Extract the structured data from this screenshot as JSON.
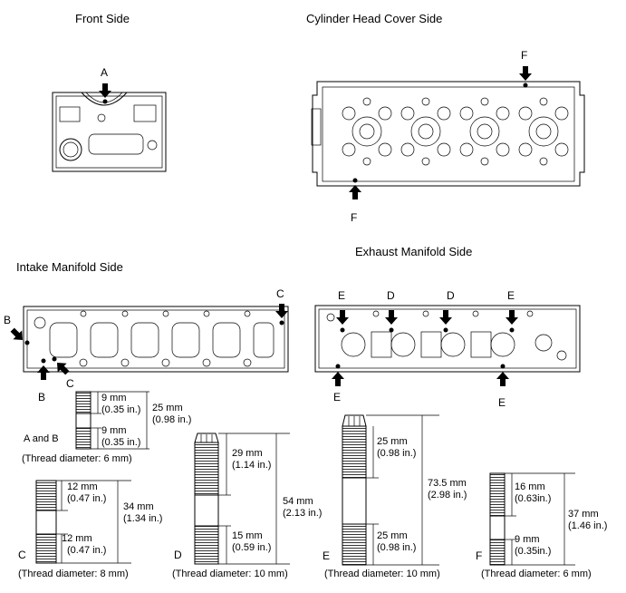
{
  "titles": {
    "front": "Front Side",
    "cover": "Cylinder Head Cover Side",
    "intake": "Intake Manifold Side",
    "exhaust": "Exhaust Manifold Side"
  },
  "markers": {
    "a": "A",
    "b": "B",
    "c": "C",
    "d": "D",
    "e": "E",
    "f": "F",
    "a_and_b": "A and B"
  },
  "bolts": {
    "ab": {
      "top": "9 mm",
      "top_in": "(0.35 in.)",
      "bottom": "9 mm",
      "bottom_in": "(0.35 in.)",
      "total": "25 mm",
      "total_in": "(0.98 in.)",
      "thread": "(Thread diameter: 6 mm)"
    },
    "c": {
      "top": "12 mm",
      "top_in": "(0.47 in.)",
      "bottom": "12 mm",
      "bottom_in": "(0.47 in.)",
      "total": "34 mm",
      "total_in": "(1.34 in.)",
      "thread": "(Thread diameter: 8 mm)"
    },
    "d": {
      "top": "29 mm",
      "top_in": "(1.14 in.)",
      "bottom": "15 mm",
      "bottom_in": "(0.59 in.)",
      "total": "54 mm",
      "total_in": "(2.13 in.)",
      "thread": "(Thread diameter: 10 mm)"
    },
    "e": {
      "top": "25 mm",
      "top_in": "(0.98 in.)",
      "bottom": "25 mm",
      "bottom_in": "(0.98 in.)",
      "total": "73.5 mm",
      "total_in": "(2.98 in.)",
      "thread": "(Thread diameter: 10 mm)"
    },
    "f": {
      "top": "16 mm",
      "top_in": "(0.63in.)",
      "bottom": "9 mm",
      "bottom_in": "(0.35in.)",
      "total": "37 mm",
      "total_in": "(1.46 in.)",
      "thread": "(Thread diameter: 6 mm)"
    }
  }
}
